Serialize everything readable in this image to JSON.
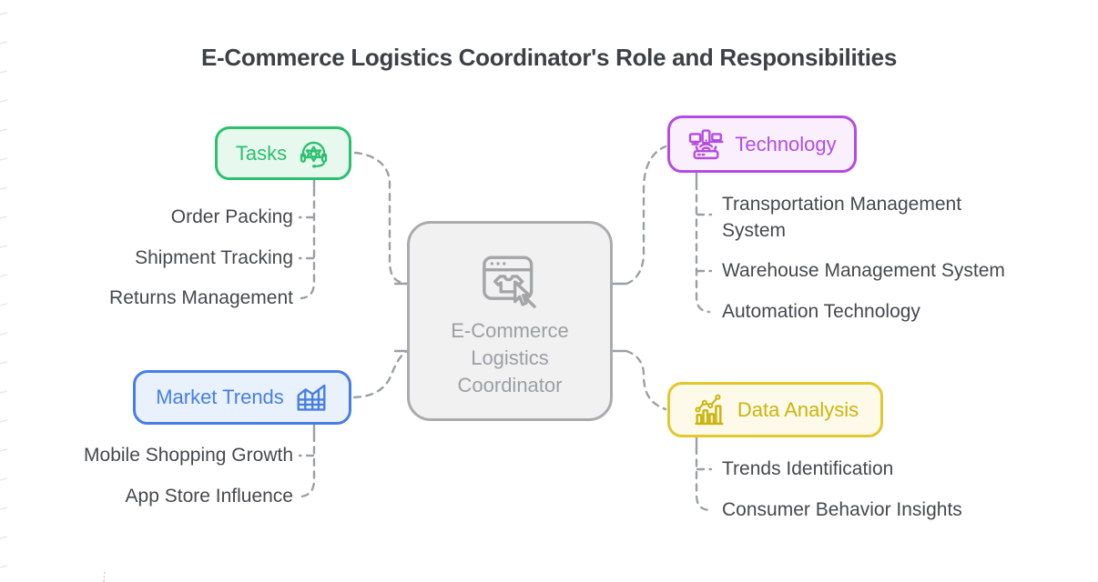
{
  "title": "E-Commerce Logistics Coordinator's Role and Responsibilities",
  "center": {
    "label": "E-Commerce Logistics Coordinator",
    "lines": [
      "E-Commerce",
      "Logistics",
      "Coordinator"
    ],
    "icon": "browser-shopping-cursor-icon",
    "fill_color": "#f1f1f2",
    "border_color": "#a9abad",
    "text_color": "#9b9fa3"
  },
  "branches": [
    {
      "id": "tasks",
      "label": "Tasks",
      "icon": "headset-gear-icon",
      "accent_color": "#2ac06d",
      "fill_color": "#e7f8ef",
      "items": [
        "Order Packing",
        "Shipment Tracking",
        "Returns Management"
      ]
    },
    {
      "id": "technology",
      "label": "Technology",
      "icon": "devices-network-icon",
      "accent_color": "#b44be4",
      "fill_color": "#f9effd",
      "items": [
        "Transportation Management System",
        "Warehouse Management System",
        "Automation Technology"
      ]
    },
    {
      "id": "market-trends",
      "label": "Market Trends",
      "icon": "grid-area-chart-icon",
      "accent_color": "#477ee6",
      "fill_color": "#e9f1fc",
      "items": [
        "Mobile Shopping Growth",
        "App Store Influence"
      ]
    },
    {
      "id": "data-analysis",
      "label": "Data Analysis",
      "icon": "bar-line-chart-icon",
      "accent_color": "#ccb40e",
      "border_color": "#e2c72f",
      "fill_color": "#fdfae9",
      "items": [
        "Trends Identification",
        "Consumer Behavior Insights"
      ]
    }
  ],
  "connector_color": "#9aa0a6",
  "item_text_color": "#45494e",
  "title_color": "#3d4145"
}
